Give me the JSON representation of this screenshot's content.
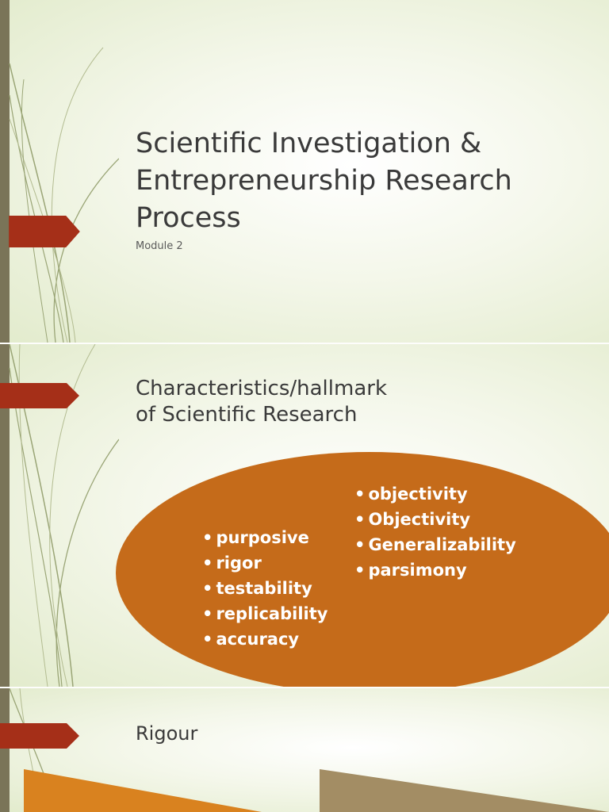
{
  "slide1": {
    "title_lines": [
      "Scientific Investigation &",
      "Entrepreneurship Research",
      "Process"
    ],
    "subtitle": "Module 2"
  },
  "slide2": {
    "title_lines": [
      "Characteristics/hallmark",
      "of Scientific Research"
    ],
    "list_left": [
      "purposive",
      "rigor",
      "testability",
      "replicability",
      "accuracy"
    ],
    "list_right": [
      "objectivity",
      "Objectivity",
      "Generalizability",
      "parsimony"
    ]
  },
  "slide3": {
    "title": "Rigour"
  },
  "colors": {
    "arrow": "#a52f18",
    "left_bar": "#7a7458",
    "ellipse": "#c56b1a",
    "swoosh": "#9aa576",
    "shape_orange": "#d9821f",
    "shape_tan": "#a38d64"
  }
}
